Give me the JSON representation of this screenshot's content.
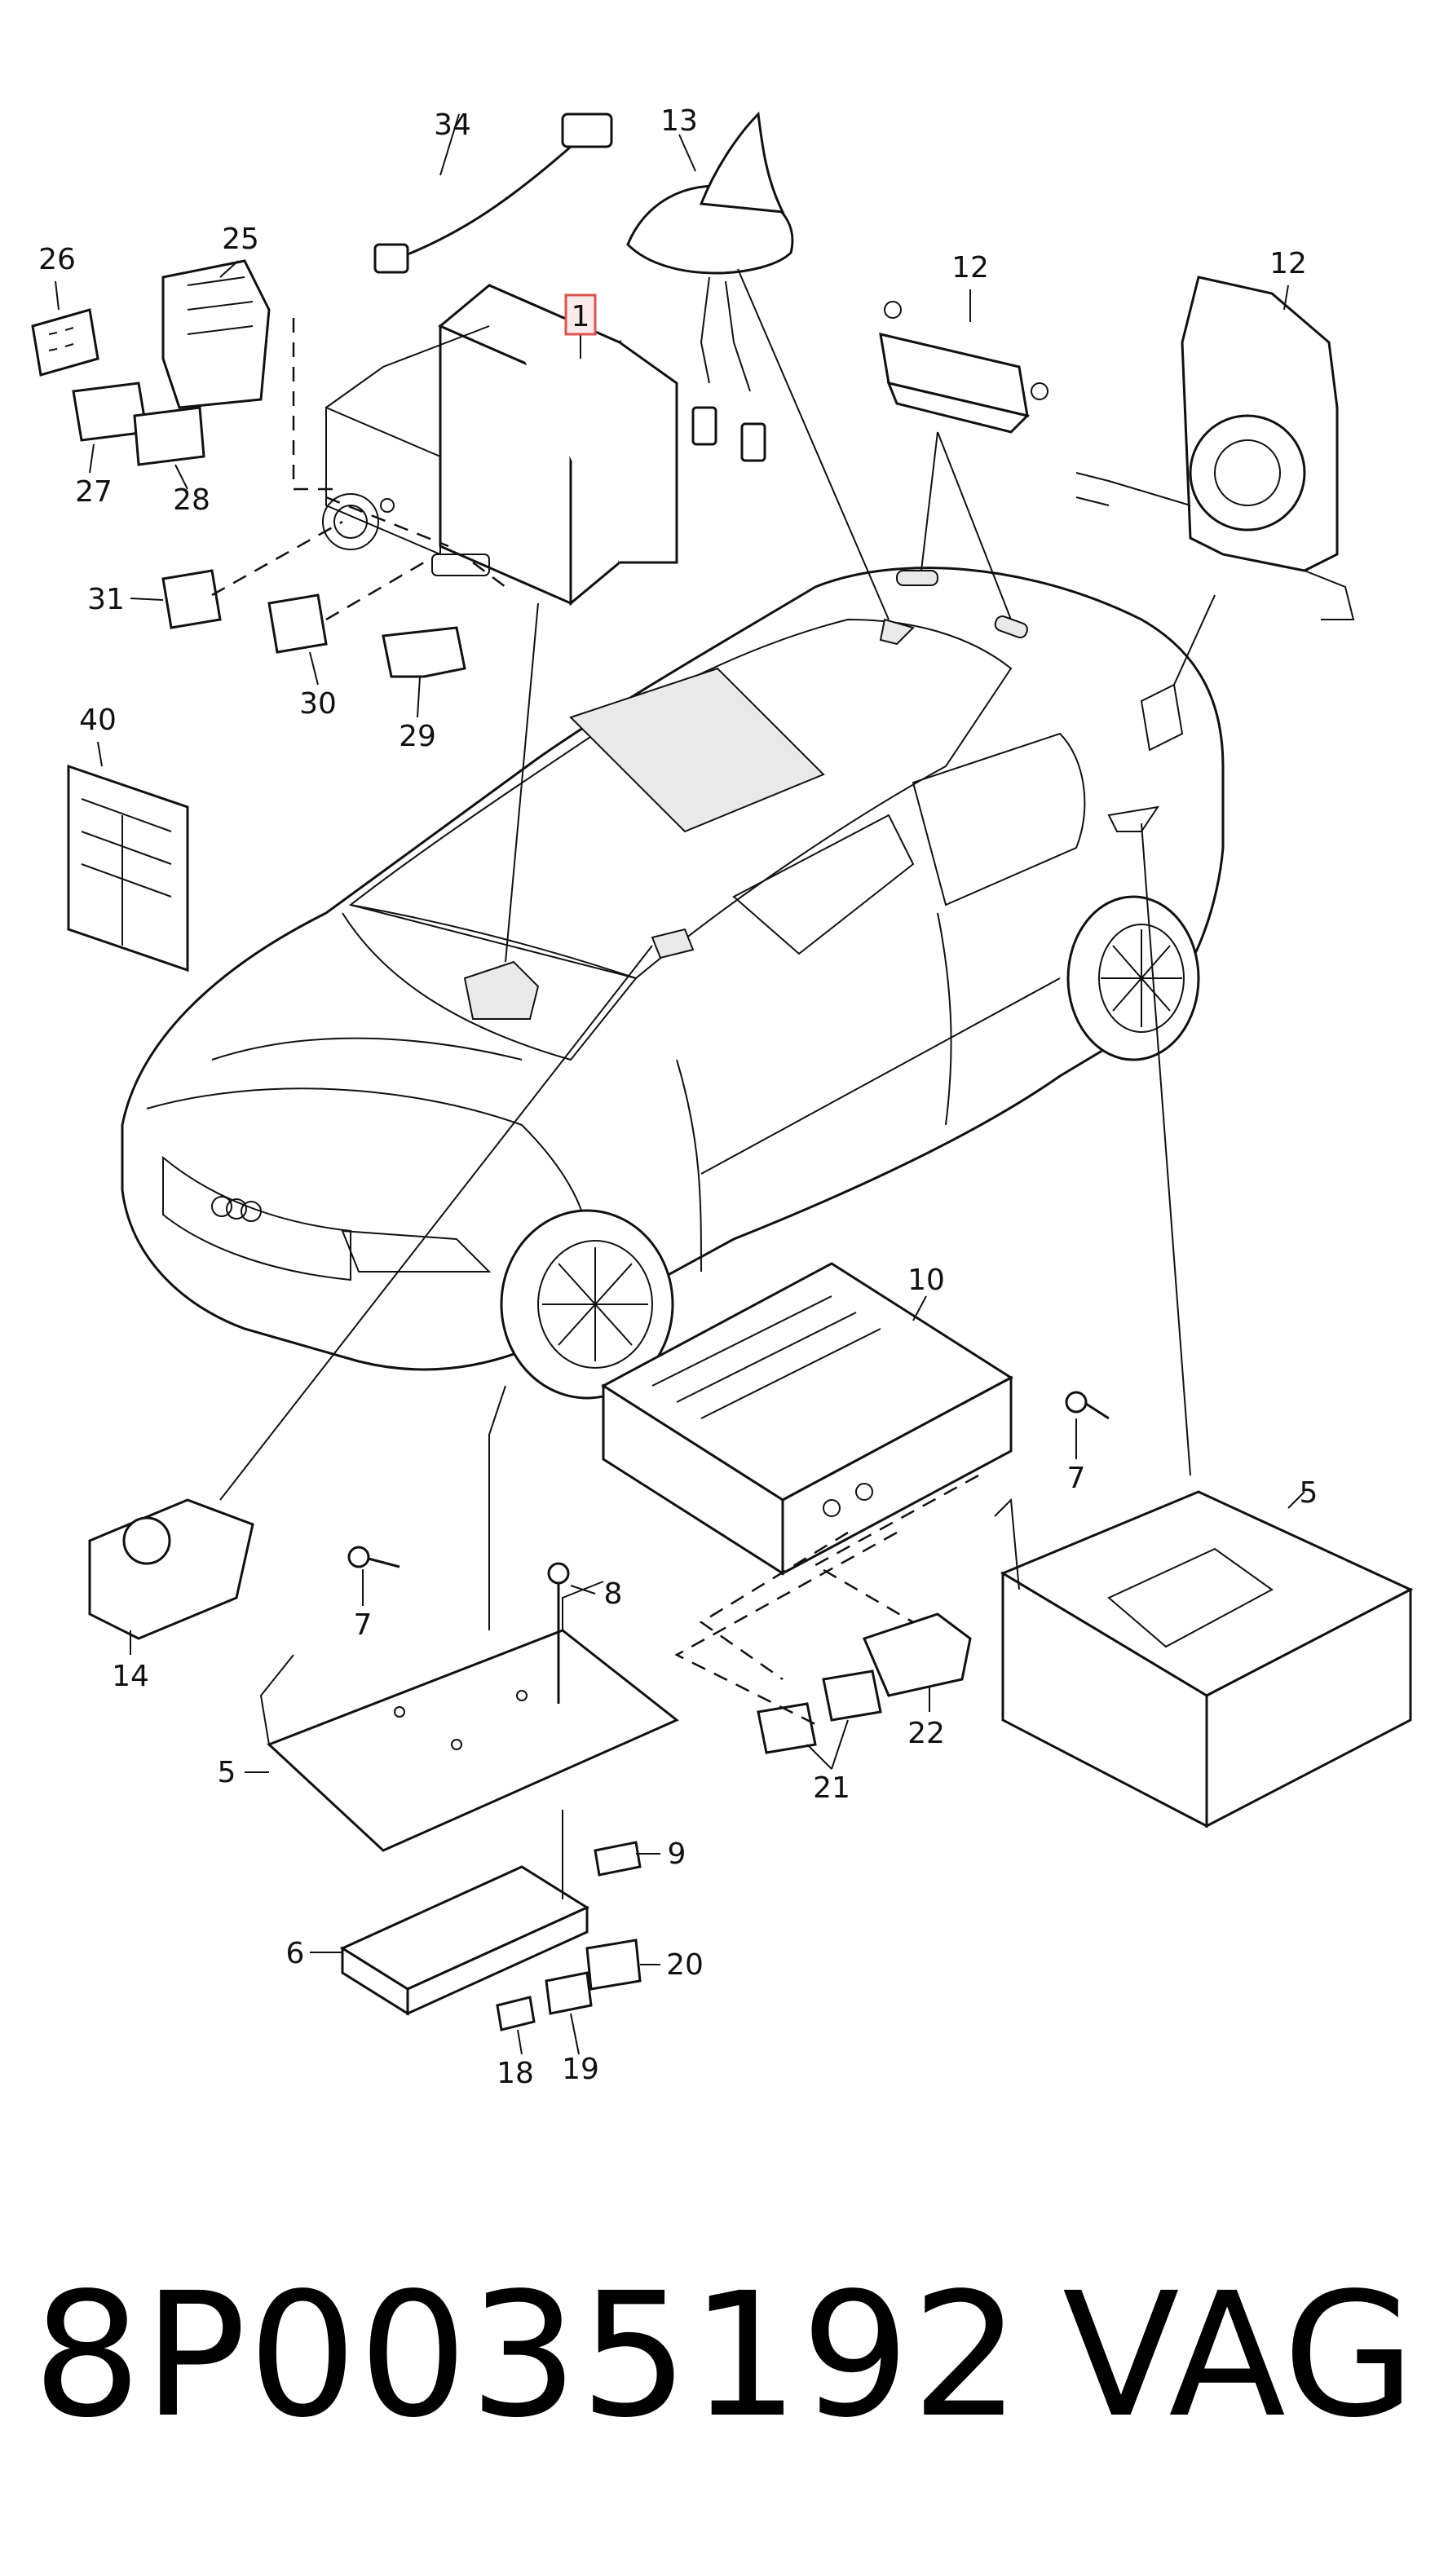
{
  "callouts": {
    "c1": "1",
    "c5a": "5",
    "c5b": "5",
    "c6": "6",
    "c7a": "7",
    "c7b": "7",
    "c8": "8",
    "c9": "9",
    "c10": "10",
    "c12a": "12",
    "c12b": "12",
    "c13": "13",
    "c14": "14",
    "c18": "18",
    "c19": "19",
    "c20": "20",
    "c21": "21",
    "c22": "22",
    "c25": "25",
    "c26": "26",
    "c27": "27",
    "c28": "28",
    "c29": "29",
    "c30": "30",
    "c31": "31",
    "c34": "34",
    "c40": "40"
  },
  "highlighted_callout": "1",
  "footer": {
    "part_number": "8P0035192",
    "brand": "VAG"
  },
  "colors": {
    "ink": "#111111",
    "highlight_border": "#d9534f",
    "highlight_fill": "#fbeaea"
  }
}
